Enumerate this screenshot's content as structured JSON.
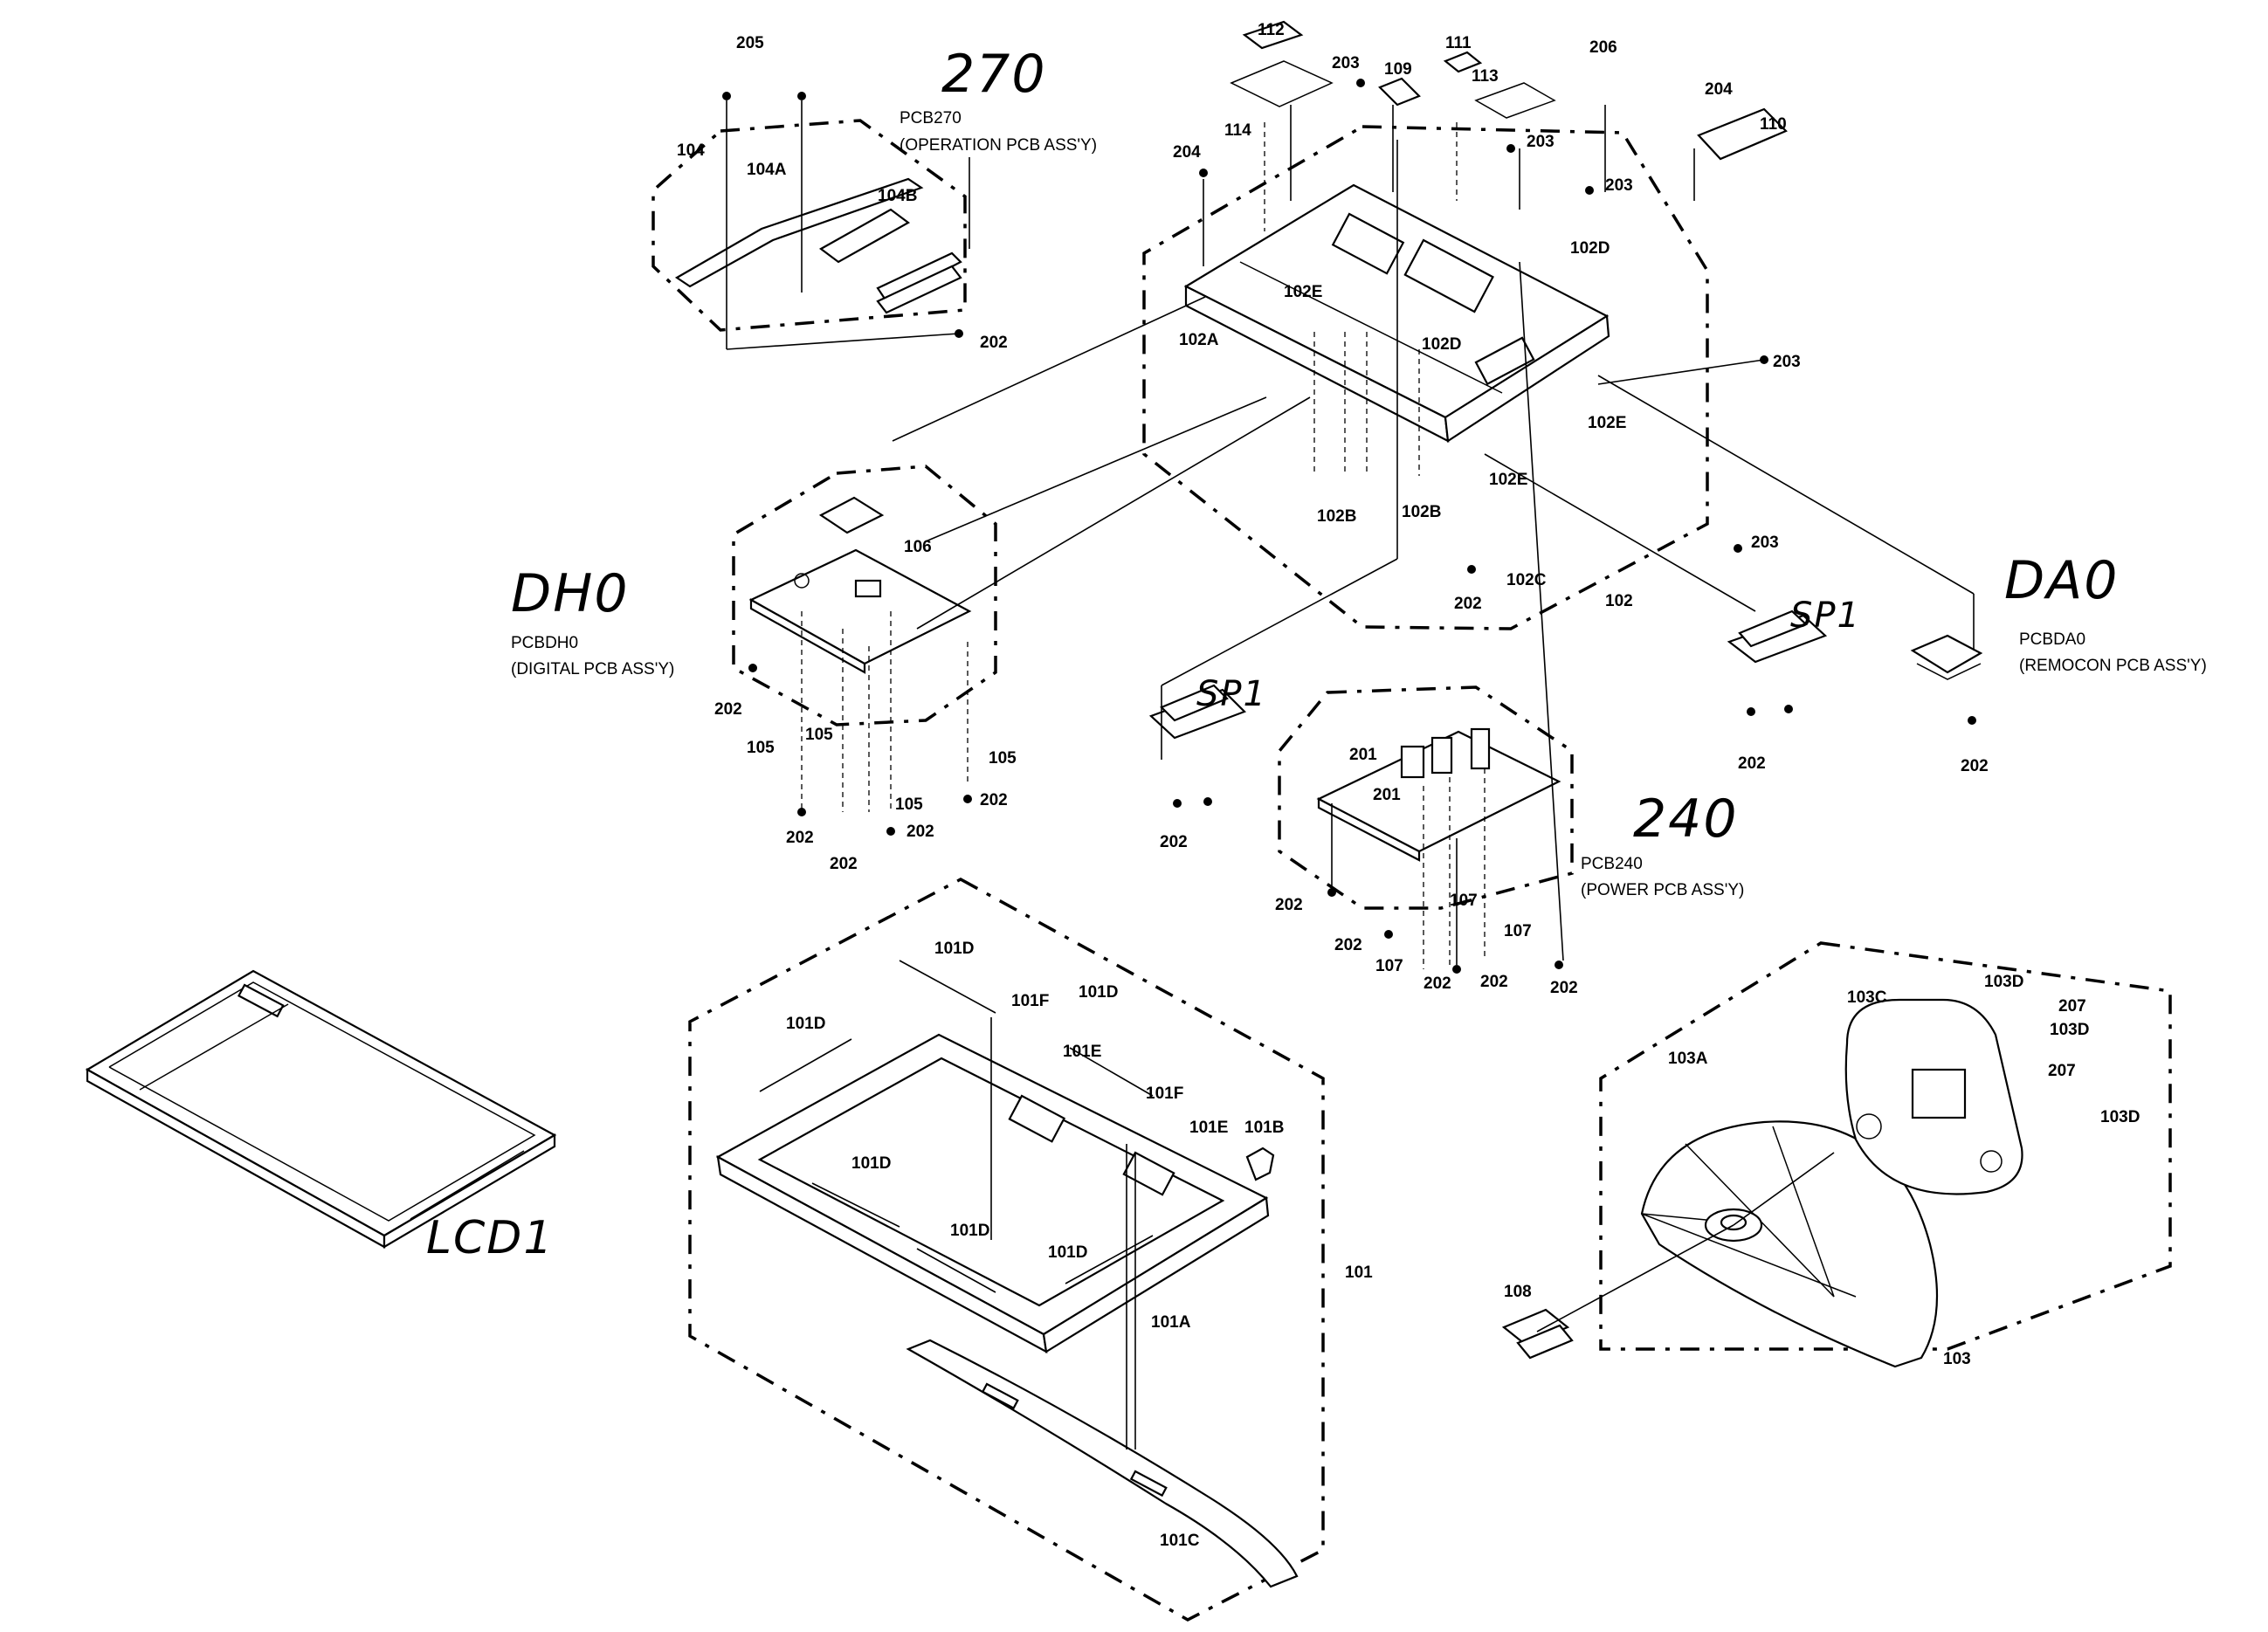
{
  "handwritten": {
    "h270": "270",
    "dh0": "DH0",
    "da0": "DA0",
    "sp1_left": "SP1",
    "sp1_right": "SP1",
    "h240": "240",
    "lcd1": "LCD1"
  },
  "pcb_labels": {
    "pcb270_code": "PCB270",
    "pcb270_name": "(OPERATION PCB ASS'Y)",
    "pcbdh0_code": "PCBDH0",
    "pcbdh0_name": "(DIGITAL PCB ASS'Y)",
    "pcbda0_code": "PCBDA0",
    "pcbda0_name": "(REMOCON PCB ASS'Y)",
    "pcb240_code": "PCB240",
    "pcb240_name": "(POWER PCB ASS'Y)"
  },
  "part_numbers": {
    "p205": "205",
    "p104": "104",
    "p104a": "104A",
    "p104b": "104B",
    "p202_op": "202",
    "p112": "112",
    "p114": "114",
    "p203_a": "203",
    "p109": "109",
    "p111": "111",
    "p113": "113",
    "p206": "206",
    "p203_b": "203",
    "p204_a": "204",
    "p110": "110",
    "p204_b": "204",
    "p203_c": "203",
    "p102d_a": "102D",
    "p102e_a": "102E",
    "p102d_b": "102D",
    "p102a": "102A",
    "p203_d": "203",
    "p102e_b": "102E",
    "p102e_c": "102E",
    "p102b_a": "102B",
    "p102b_b": "102B",
    "p203_e": "203",
    "p202_main": "202",
    "p102c": "102C",
    "p102": "102",
    "p106": "106",
    "p202_dh_a": "202",
    "p105_a": "105",
    "p105_b": "105",
    "p105_c": "105",
    "p105_d": "105",
    "p202_dh_b": "202",
    "p202_dh_c": "202",
    "p202_dh_d": "202",
    "p202_dh_e": "202",
    "p202_sp_l": "202",
    "p202_sp_r": "202",
    "p202_da": "202",
    "p201_a": "201",
    "p201_b": "201",
    "p202_pw_a": "202",
    "p202_pw_b": "202",
    "p107_a": "107",
    "p107_b": "107",
    "p107_c": "107",
    "p202_pw_c": "202",
    "p202_pw_d": "202",
    "p202_pw_e": "202",
    "p101d_a": "101D",
    "p101d_b": "101D",
    "p101d_c": "101D",
    "p101f_a": "101F",
    "p101e_a": "101E",
    "p101f_b": "101F",
    "p101e_b": "101E",
    "p101b": "101B",
    "p101d_d": "101D",
    "p101d_e": "101D",
    "p101d_f": "101D",
    "p101a": "101A",
    "p101": "101",
    "p101c": "101C",
    "p103c": "103C",
    "p103d_a": "103D",
    "p207_a": "207",
    "p103d_b": "103D",
    "p207_b": "207",
    "p103a": "103A",
    "p103d_c": "103D",
    "p108": "108",
    "p103": "103"
  }
}
